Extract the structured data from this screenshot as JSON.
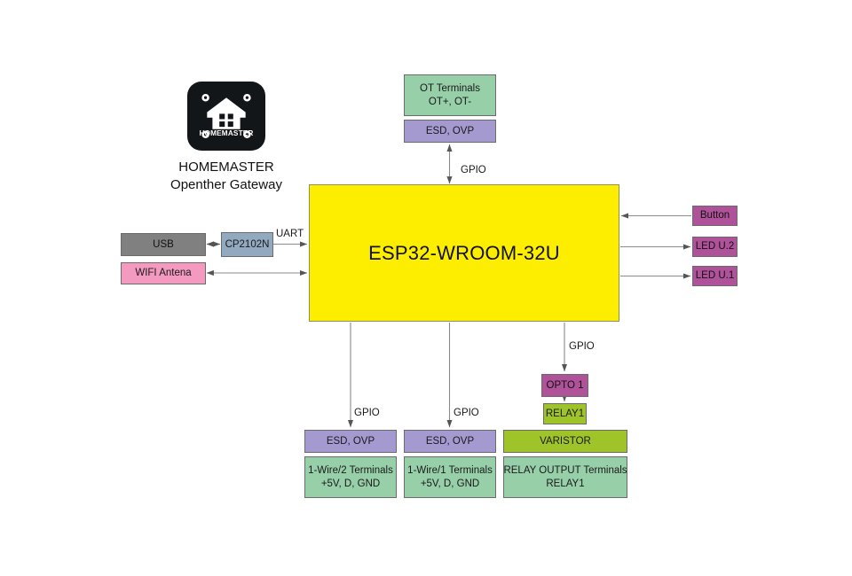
{
  "diagram": {
    "title": "HOMEMASTER Opentherm Gateway block diagram",
    "brand": {
      "logo_icon": "homemaster-chip-house-logo",
      "logo_wordmark": "HOMEMASTER",
      "caption": "HOMEMASTER\nOpenther Gateway"
    },
    "colors": {
      "green": "#97cfa9",
      "purple": "#a49ad0",
      "yellow": "#fdee00",
      "gray": "#808080",
      "steel": "#92aabf",
      "pink": "#f49ac1",
      "magenta": "#b0529a",
      "lime": "#9fc42a",
      "stroke": "#6b6b6b",
      "wire": "#777777",
      "background": "#ffffff"
    },
    "nodes": {
      "mcu": {
        "label": "ESP32-WROOM-32U"
      },
      "ot_terminals": {
        "line1": "OT Terminals",
        "line2": "OT+, OT-"
      },
      "ot_esd": {
        "label": "ESD, OVP"
      },
      "usb": {
        "label": "USB"
      },
      "cp2102n": {
        "label": "CP2102N"
      },
      "wifi_antenna": {
        "label": "WIFI Antena"
      },
      "button": {
        "label": "Button"
      },
      "led_u2": {
        "label": "LED U.2"
      },
      "led_u1": {
        "label": "LED U.1"
      },
      "onewire2_esd": {
        "label": "ESD, OVP"
      },
      "onewire2_terminals": {
        "line1": "1-Wire/2 Terminals",
        "line2": "+5V, D, GND"
      },
      "onewire1_esd": {
        "label": "ESD, OVP"
      },
      "onewire1_terminals": {
        "line1": "1-Wire/1 Terminals",
        "line2": "+5V, D, GND"
      },
      "opto1": {
        "label": "OPTO 1"
      },
      "relay1": {
        "label": "RELAY1"
      },
      "varistor": {
        "label": "VARISTOR"
      },
      "relay_output_terminals": {
        "line1": "RELAY OUTPUT Terminals",
        "line2": "RELAY1"
      }
    },
    "wire_labels": {
      "gpio_ot": "GPIO",
      "uart": "UART",
      "gpio_onewire2": "GPIO",
      "gpio_onewire1": "GPIO",
      "gpio_relay": "GPIO"
    }
  }
}
